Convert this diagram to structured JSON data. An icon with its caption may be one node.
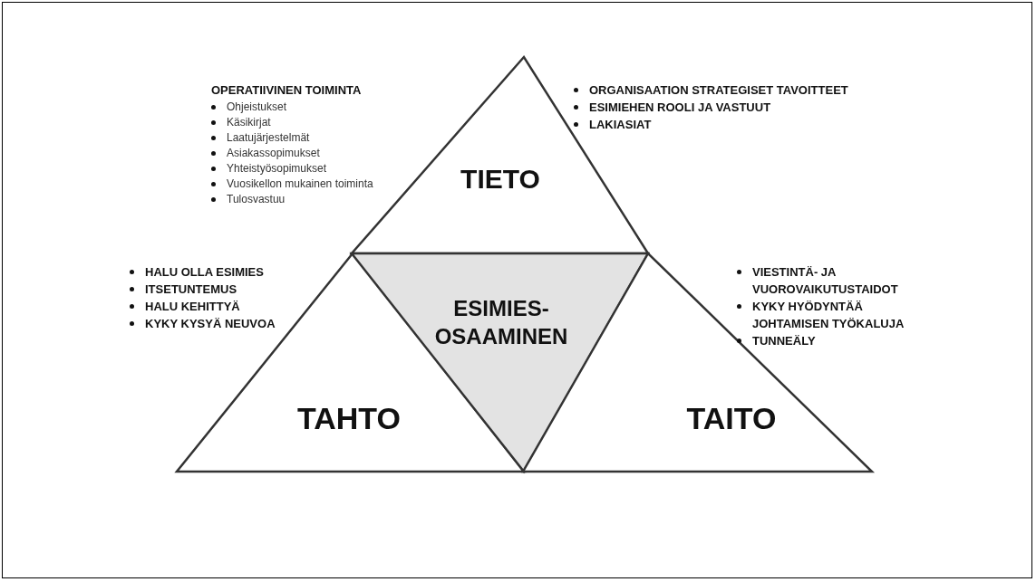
{
  "diagram": {
    "nodes": [
      {
        "text": [
          "TIETO"
        ],
        "beside": [
          "OPERATIIVINEN TOIMINTA",
          "Ohjeistukset",
          "Käsikirjat",
          "Laatujärjestelmät",
          "Asiakassopimukset",
          "Yhteistyösopimukset",
          "Vuosikellon mukainen toiminta",
          "Tulosvastuu",
          "ORGANISAATION STRATEGISET TAVOITTEET",
          "ESIMIEHEN ROOLI JA VASTUUT",
          "LAKIASIAT"
        ]
      },
      {
        "text": [
          "TAHTO"
        ],
        "beside": [
          "HALU OLLA ESIMIES",
          "ITSETUNTEMUS",
          "HALU KEHITTYÄ",
          "KYKY KYSYÄ NEUVOA"
        ]
      },
      {
        "text": [
          "ESIMIES-OSAAMINEN"
        ]
      },
      {
        "text": [
          "TAITO"
        ],
        "beside": [
          "VIESTINTÄ- JA VUOROVAIKUTUSTAIDOT",
          "KYKY HYÖDYNTÄÄ JOHTAMISEN TYÖKALUJA",
          "TUNNEÄLY"
        ]
      }
    ]
  }
}
